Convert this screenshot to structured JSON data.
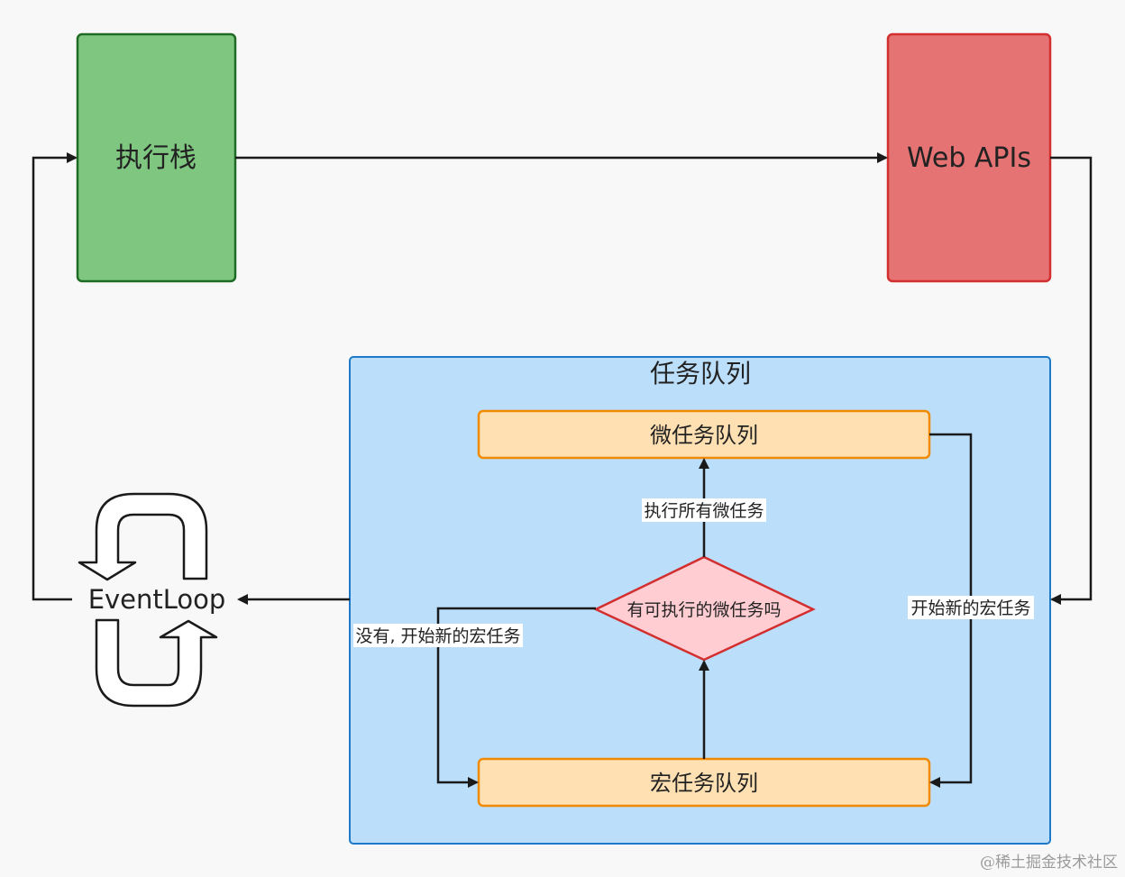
{
  "nodes": {
    "exec_stack": {
      "label": "执行栈",
      "fill": "#7fc780",
      "stroke": "#1f6b25"
    },
    "web_apis": {
      "label": "Web APIs",
      "fill": "#e57373",
      "stroke": "#d32f2f"
    },
    "task_queue": {
      "label": "任务队列",
      "fill": "#bbdefb",
      "stroke": "#1e7ac8"
    },
    "micro_queue": {
      "label": "微任务队列",
      "fill": "#ffe0b2",
      "stroke": "#f08a00"
    },
    "macro_queue": {
      "label": "宏任务队列",
      "fill": "#ffe0b2",
      "stroke": "#f08a00"
    },
    "decision": {
      "label": "有可执行的微任务吗",
      "fill": "#ffcdd2",
      "stroke": "#d32f2f"
    },
    "event_loop": {
      "label": "EventLoop"
    }
  },
  "edges": {
    "exec_all_micro": "执行所有微任务",
    "no_start_macro": "没有, 开始新的宏任务",
    "start_new_macro": "开始新的宏任务"
  },
  "watermark": "@稀土掘金技术社区",
  "colors": {
    "line": "#1a1a1a"
  }
}
